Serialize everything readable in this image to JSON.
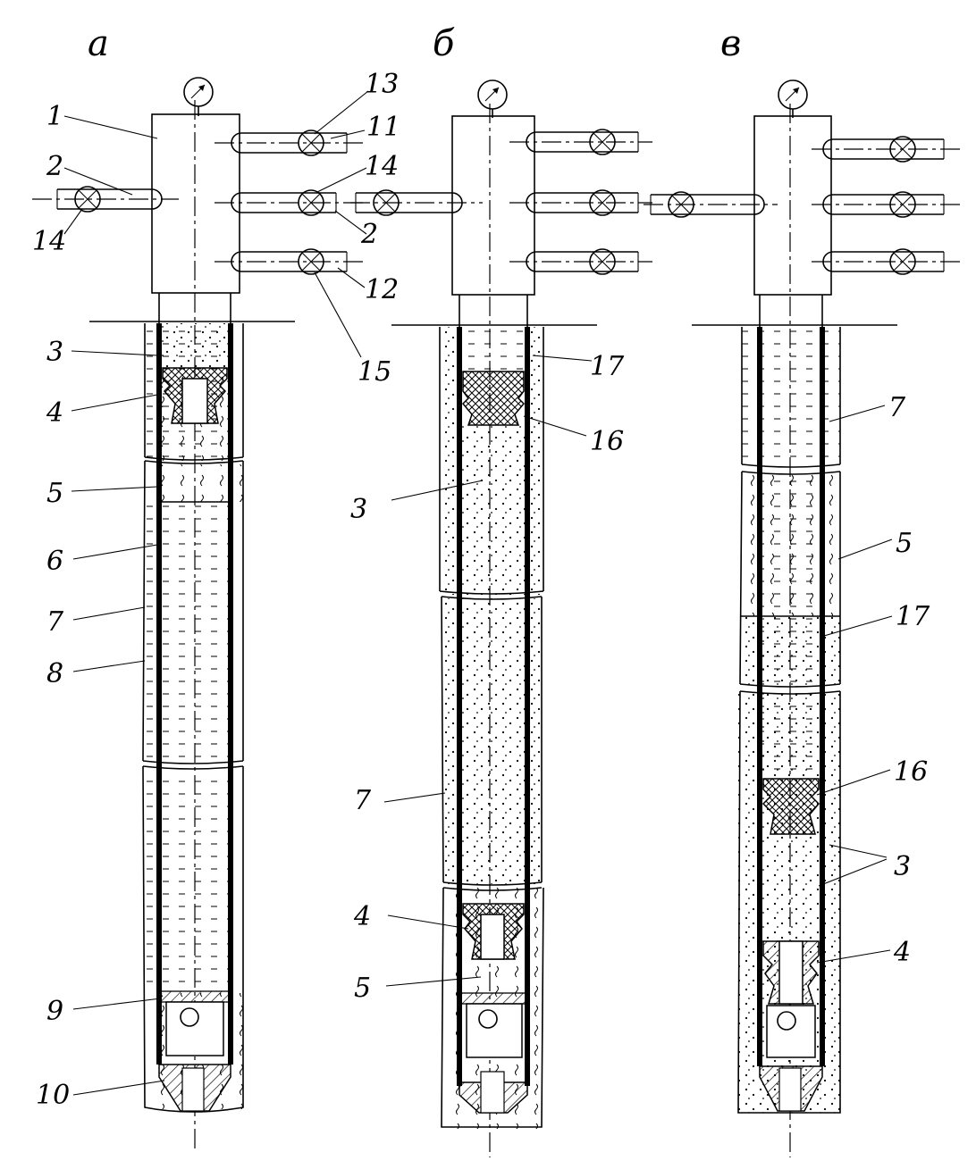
{
  "panels": [
    {
      "key": "a",
      "label": "а"
    },
    {
      "key": "b",
      "label": "б"
    },
    {
      "key": "v",
      "label": "в"
    }
  ],
  "callouts": {
    "a": [
      "1",
      "2",
      "14",
      "3",
      "4",
      "5",
      "6",
      "7",
      "8",
      "9",
      "10",
      "13",
      "11",
      "14",
      "2",
      "12",
      "15"
    ],
    "b": [
      "17",
      "16",
      "3",
      "7",
      "4",
      "5"
    ],
    "v": [
      "7",
      "5",
      "17",
      "16",
      "3",
      "4"
    ]
  }
}
